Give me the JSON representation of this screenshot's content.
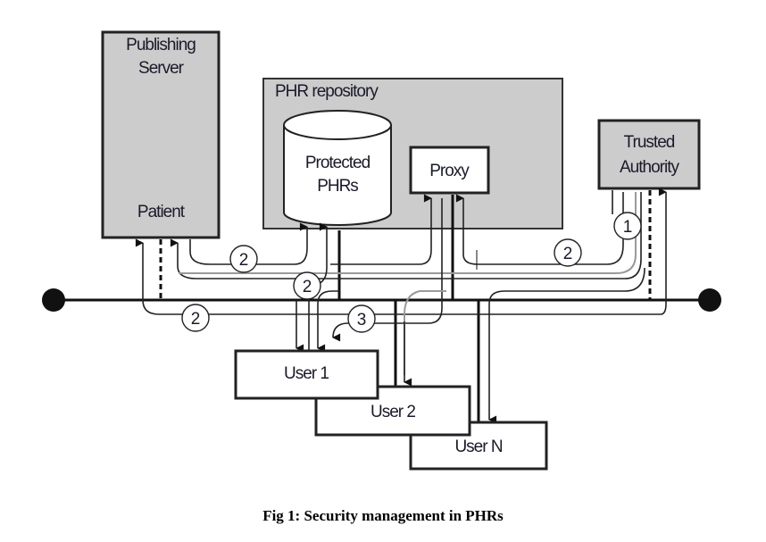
{
  "figure": {
    "caption": "Fig 1: Security management in PHRs",
    "colors": {
      "box_fill": "#cccccc",
      "line": "#111111",
      "background": "#ffffff"
    }
  },
  "nodes": {
    "publishing_server": {
      "title_line1": "Publishing",
      "title_line2": "Server",
      "inner_label": "Patient"
    },
    "phr_repository": {
      "title": "PHR repository"
    },
    "protected_phrs": {
      "line1": "Protected",
      "line2": "PHRs"
    },
    "proxy": {
      "label": "Proxy"
    },
    "trusted_authority": {
      "line1": "Trusted",
      "line2": "Authority"
    },
    "user1": {
      "label": "User 1"
    },
    "user2": {
      "label": "User 2"
    },
    "userN": {
      "label": "User N"
    }
  },
  "step_labels": {
    "ta_step": "1",
    "patient_to_repo": "2",
    "proxy_from_ta": "2",
    "user1_step": "2",
    "bus_step": "2",
    "proxy_step": "3"
  }
}
